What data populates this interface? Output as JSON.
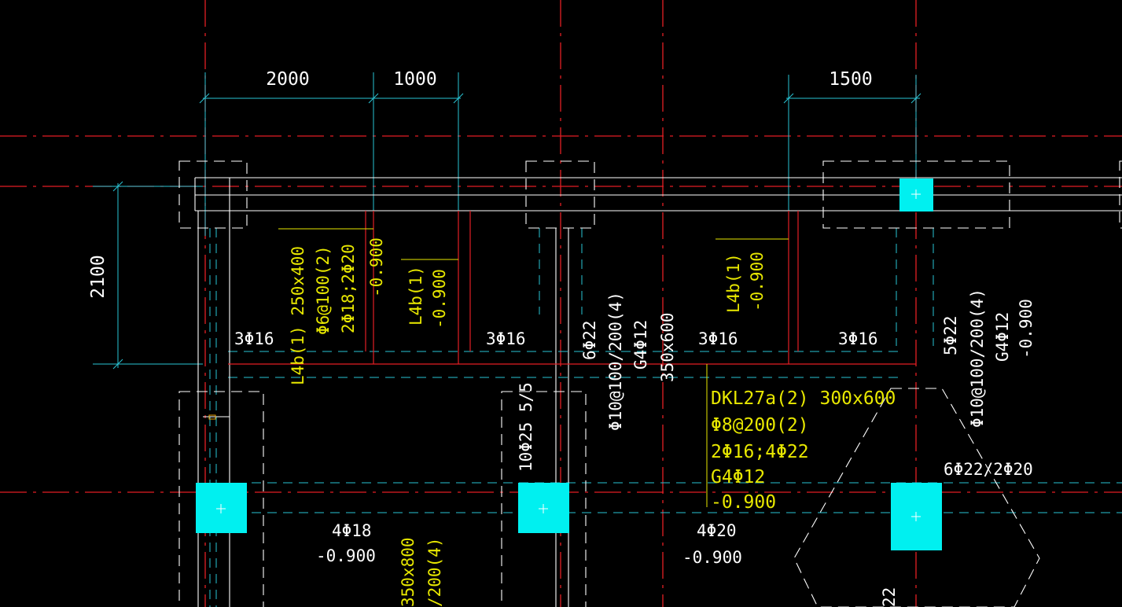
{
  "colors": {
    "background": "#000000",
    "axis": "#e31e24",
    "dimension": "#29c3d4",
    "beam_edge": "#ffffff",
    "beam_label": "#e8e800",
    "column_fill": "#00f0f0",
    "text": "#ffffff"
  },
  "dimensions": {
    "d2000": "2000",
    "d1000": "1000",
    "d1500": "1500",
    "d2100": "2100"
  },
  "beams": {
    "l4b_left": {
      "line1": "L4b(1) 250x400",
      "line2": "Φ6@100(2)",
      "line3": "2Φ18;2Φ20",
      "line4": "-0.900"
    },
    "l4b_mid": {
      "line1": "L4b(1)",
      "line2": "-0.900"
    },
    "l4b_right": {
      "line1": "L4b(1)",
      "line2": "-0.900"
    },
    "dkl27a": {
      "line1": "DKL27a(2) 300x600",
      "line2": "Φ8@200(2)",
      "line3": "2Φ16;4Φ22",
      "line4": "G4Φ12",
      "line5": "-0.900"
    }
  },
  "annotations": {
    "rebar_3phi16_a": "3Φ16",
    "rebar_3phi16_b": "3Φ16",
    "rebar_3phi16_c": "3Φ16",
    "rebar_3phi16_d": "3Φ16",
    "mid_beam_line1": "6Φ22",
    "mid_beam_line2": "Φ10@100/200(4)",
    "mid_beam_line3": "G4Φ12",
    "mid_beam_line4": "350x600",
    "right_beam_line1": "5Φ22",
    "right_beam_line2": "Φ10@100/200(4)",
    "right_beam_line3": "G4Φ12",
    "right_beam_line4": "-0.900",
    "col_10phi25": "10Φ25 5/5",
    "rebar_4phi18": "4Φ18",
    "elev_left": "-0.900",
    "rebar_4phi20": "4Φ20",
    "elev_mid": "-0.900",
    "pile_cap_rebar": "6Φ22/2Φ20",
    "bottom_beam_line1": "350x800",
    "bottom_beam_line2": "/200(4)",
    "bottom_partial": "22"
  }
}
